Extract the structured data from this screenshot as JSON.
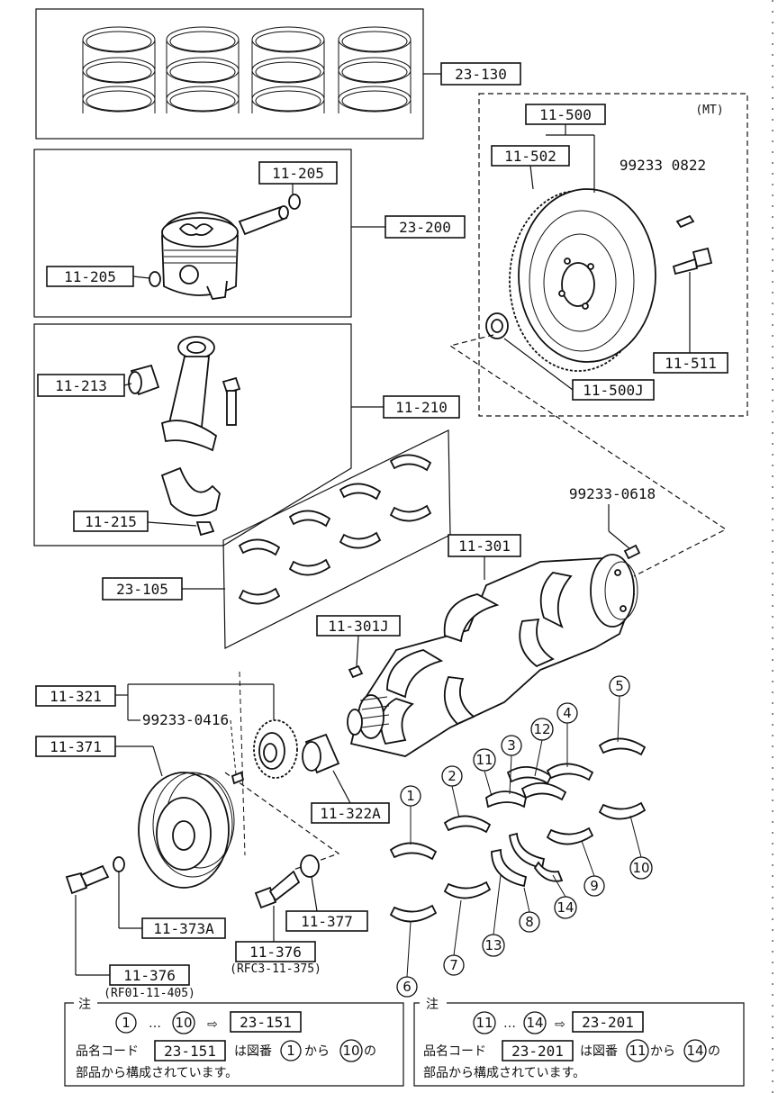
{
  "parts": {
    "p23_130": "23-130",
    "p11_500": "11-500",
    "mt_note": "(MT)",
    "p11_502": "11-502",
    "p99233_0822": "99233 0822",
    "p11_205_top": "11-205",
    "p23_200": "23-200",
    "p11_205_left": "11-205",
    "p11_511": "11-511",
    "p11_500j": "11-500J",
    "p11_213": "11-213",
    "p11_210": "11-210",
    "p99233_0618": "99233-0618",
    "p11_215": "11-215",
    "p11_301": "11-301",
    "p23_105": "23-105",
    "p11_301j": "11-301J",
    "p11_321": "11-321",
    "p99233_0416": "99233-0416",
    "p11_371": "11-371",
    "p11_322a": "11-322A",
    "p11_373a": "11-373A",
    "p11_377": "11-377",
    "p11_376_a": "11-376",
    "p11_376_a_sub": "(RFC3-11-375)",
    "p11_376_b": "11-376",
    "p11_376_b_sub": "(RF01-11-405)"
  },
  "callouts": [
    "1",
    "2",
    "3",
    "4",
    "5",
    "6",
    "7",
    "8",
    "9",
    "10",
    "11",
    "12",
    "13",
    "14"
  ],
  "notes": {
    "left": {
      "heading": "注",
      "range_start": "1",
      "dots": "…",
      "range_end": "10",
      "arrow": "⇨",
      "code": "23-151",
      "line2_a": "品名コード",
      "line2_code": "23-151",
      "line2_b": "は図番",
      "line2_n1": "1",
      "line2_c": "から",
      "line2_n2": "10",
      "line2_d": "の",
      "line3": "部品から構成されています。"
    },
    "right": {
      "heading": "注",
      "range_start": "11",
      "dots": "…",
      "range_end": "14",
      "arrow": "⇨",
      "code": "23-201",
      "line2_a": "品名コード",
      "line2_code": "23-201",
      "line2_b": "は図番",
      "line2_n1": "11",
      "line2_c": "から",
      "line2_n2": "14",
      "line2_d": "の",
      "line3": "部品から構成されています。"
    }
  }
}
